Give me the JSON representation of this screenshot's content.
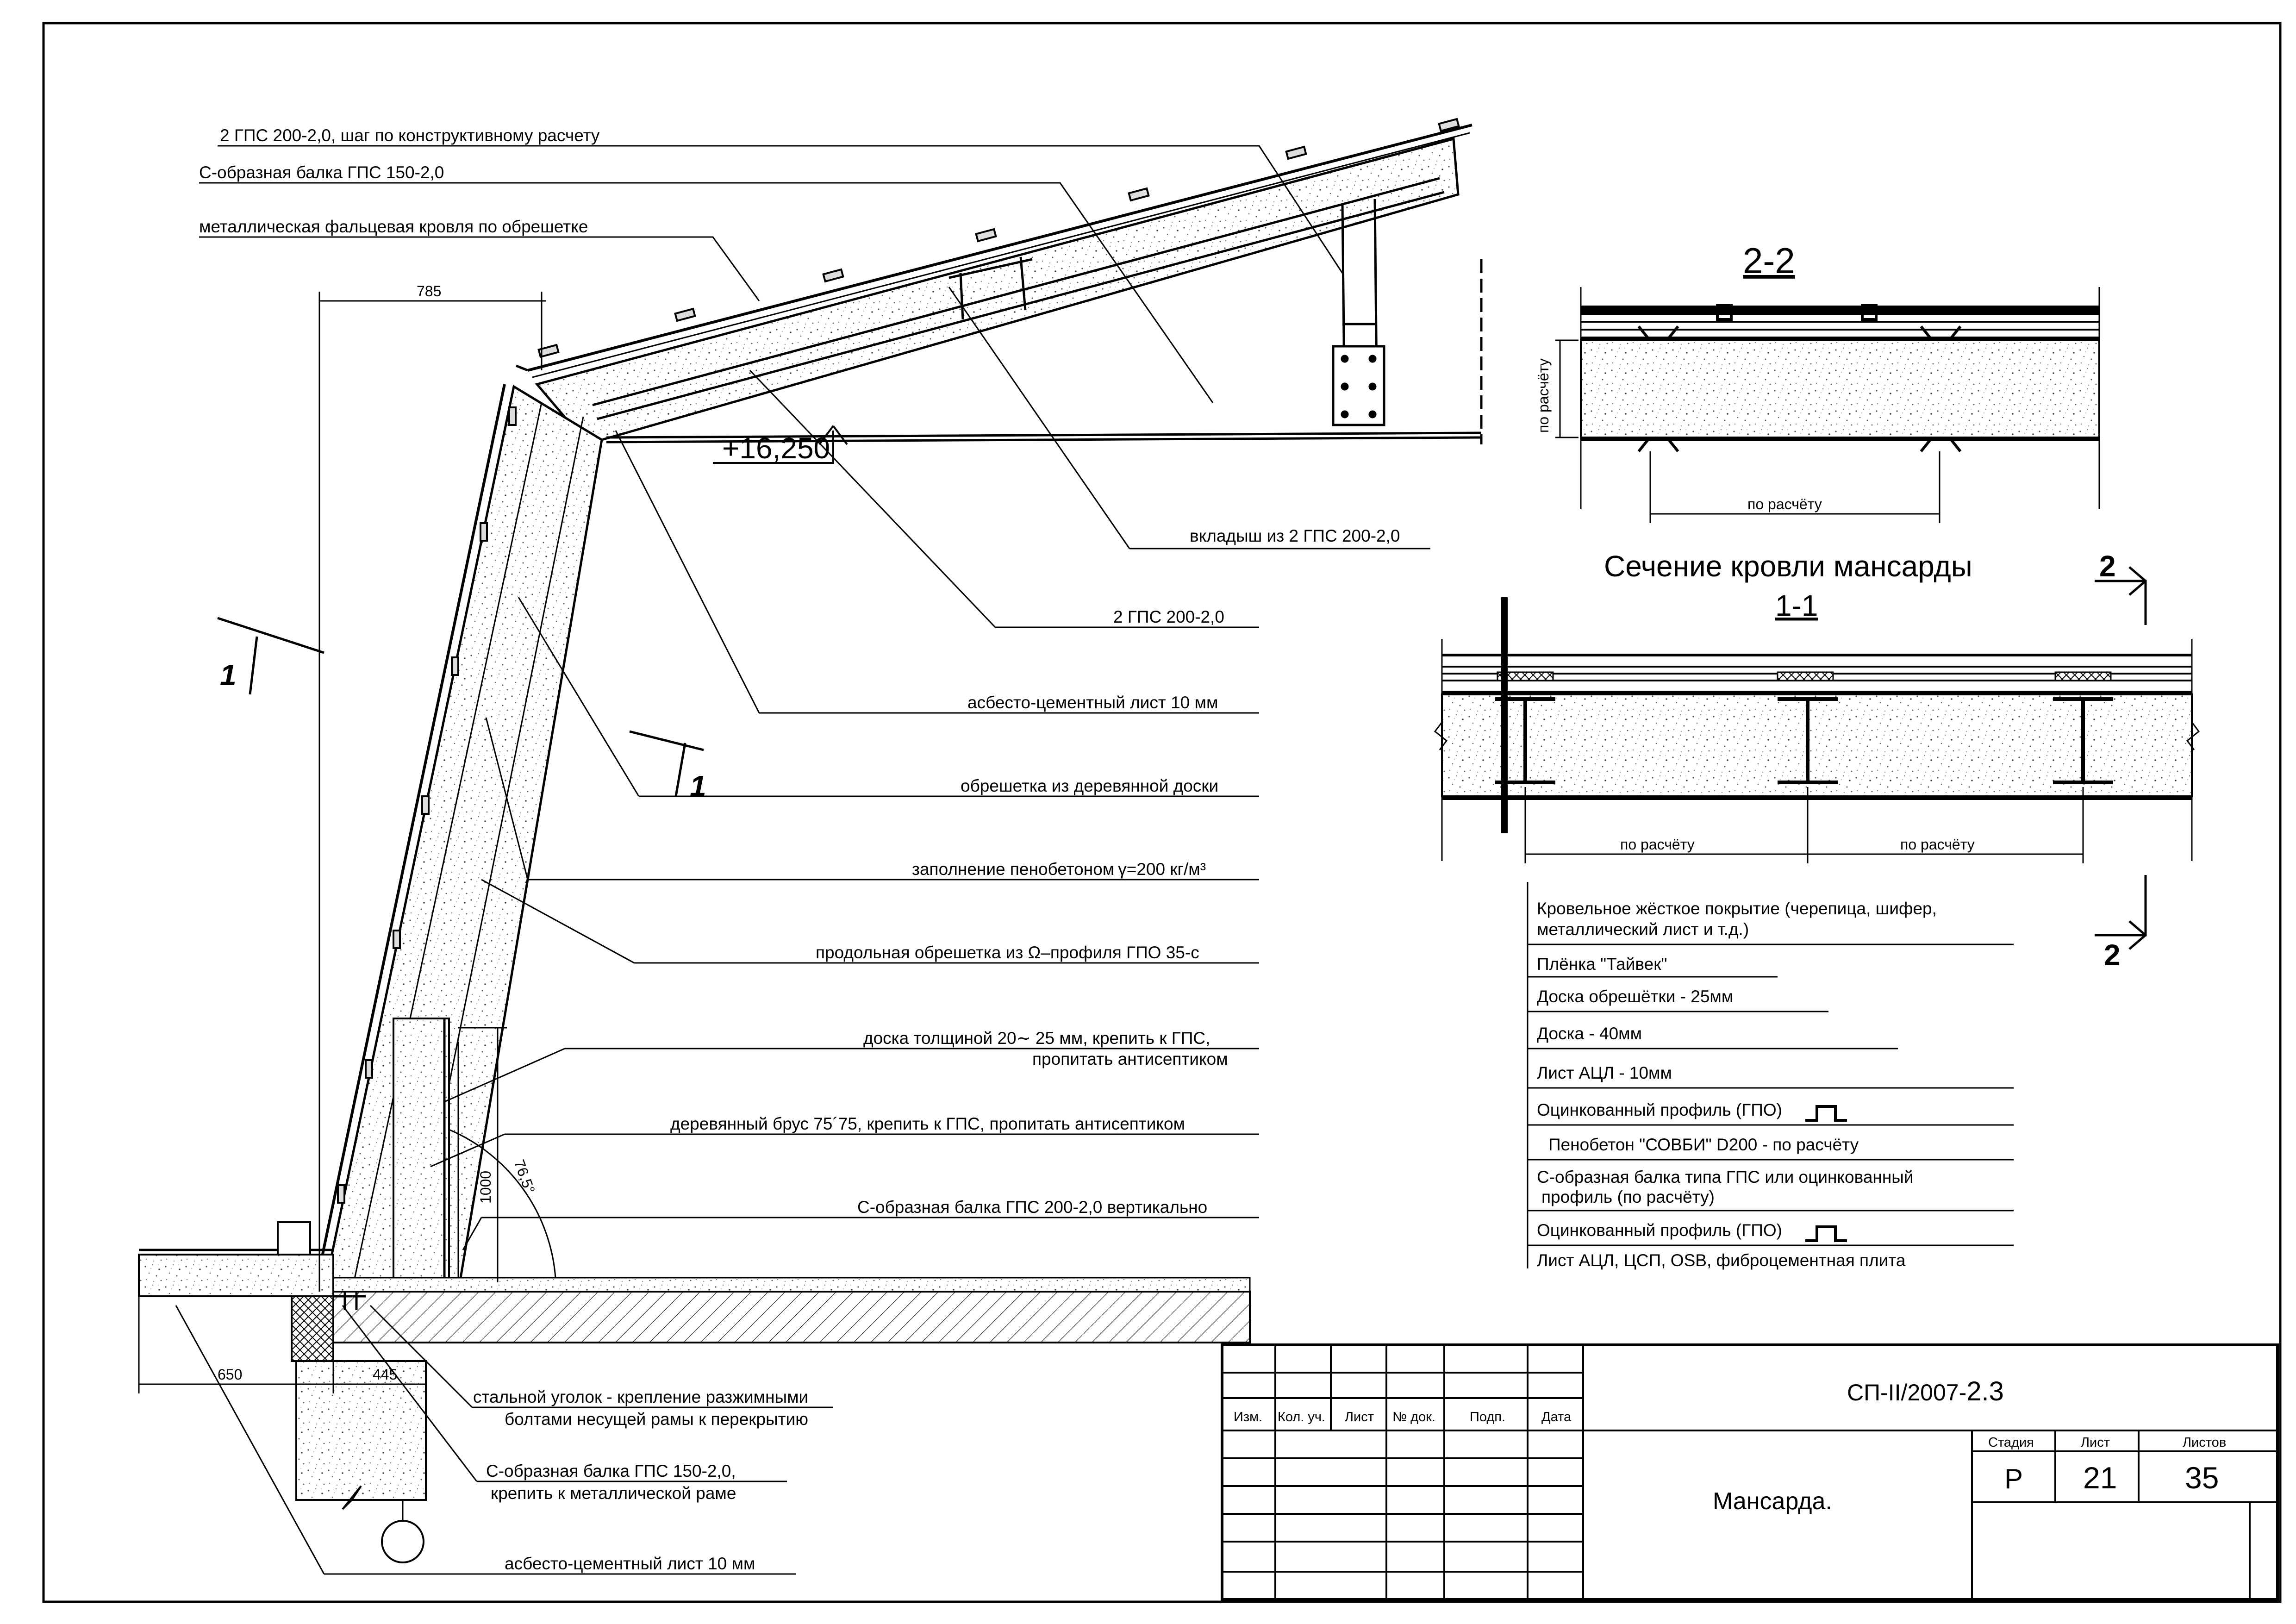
{
  "labels": {
    "l01": "2 ГПС 200-2,0, шаг по конструктивному расчету",
    "l02": "С-образная балка ГПС 150-2,0",
    "l03": "металлическая фальцевая кровля по обрешетке",
    "l04": "вкладыш из 2 ГПС 200-2,0",
    "l05": "2 ГПС 200-2,0",
    "l06": "асбесто-цементный лист 10 мм",
    "l07": "обрешетка из деревянной доски",
    "l08": "заполнение пенобетоном",
    "l08b": "γ=200 кг/м³",
    "l09": "продольная обрешетка из Ω–профиля ГПО 35-с",
    "l10a": "доска толщиной 20∼ 25 мм, крепить к ГПС,",
    "l10b": "пропитать антисептиком",
    "l11": "деревянный брус 75´75, крепить к ГПС, пропитать антисептиком",
    "l12": "С-образная балка ГПС 200-2,0 вертикально",
    "l13a": "стальной уголок - крепление разжимными",
    "l13b": "болтами несущей рамы к перекрытию",
    "l14a": "С-образная балка ГПС 150-2,0,",
    "l14b": "крепить к металлической раме",
    "l15": "асбесто-цементный лист 10 мм"
  },
  "dims": {
    "d785": "785",
    "elev": "+16,250",
    "d1000": "1000",
    "ang": "76,5°",
    "d650": "650",
    "d445": "445"
  },
  "marks": {
    "m1": "1",
    "m2": "2"
  },
  "section22": {
    "title": "2-2",
    "side": "по расчёту",
    "bottom": "по расчёту"
  },
  "section11": {
    "title": "Сечение кровли мансарды",
    "sub": "1-1",
    "span1": "по расчёту",
    "span2": "по расчёту"
  },
  "layers": [
    "Кровельное жёсткое покрытие (черепица, шифер,",
    "металлический лист и т.д.)",
    "Плёнка \"Тайвек\"",
    "Доска обрешётки - 25мм",
    "Доска  - 40мм",
    "Лист АЦЛ  - 10мм",
    "Оцинкованный профиль  (ГПО)",
    "Пенобетон \"СОВБИ\" D200 -   по расчёту",
    "С-образная балка типа ГПС или оцинкованный",
    "профиль (по расчёту)",
    "Оцинкованный профиль  (ГПО)",
    "Лист АЦЛ, ЦСП, OSB, фиброцементная плита"
  ],
  "titleblock": {
    "cols": [
      "Изм.",
      "Кол. уч.",
      "Лист",
      "№ док.",
      "Подп.",
      "Дата"
    ],
    "code_prefix": "СП-II/2007-",
    "code_suffix": "2.3",
    "name": "Мансарда.",
    "stage_h": "Стадия",
    "sheet_h": "Лист",
    "sheets_h": "Листов",
    "stage": "Р",
    "sheet": "21",
    "sheets": "35"
  }
}
